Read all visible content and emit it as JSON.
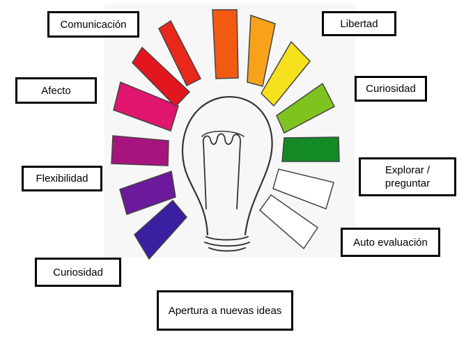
{
  "labels": {
    "comunicacion": "Comunicación",
    "libertad": "Libertad",
    "afecto": "Afecto",
    "curiosidad_right": "Curiosidad",
    "flexibilidad": "Flexibilidad",
    "explorar": "Explorar / preguntar",
    "auto_evaluacion": "Auto evaluación",
    "curiosidad_left": "Curiosidad",
    "apertura": "Apertura a nuevas ideas"
  },
  "colors": {
    "rays": [
      "#3a1fa0",
      "#6a1a9a",
      "#a8147e",
      "#e0156e",
      "#e3151f",
      "#e8281a",
      "#f25a12",
      "#f7a21a",
      "#f7e01e",
      "#7ec31f",
      "#138a25",
      "#ffffff",
      "#ffffff",
      "#ffffff"
    ],
    "outline": "#333333"
  }
}
